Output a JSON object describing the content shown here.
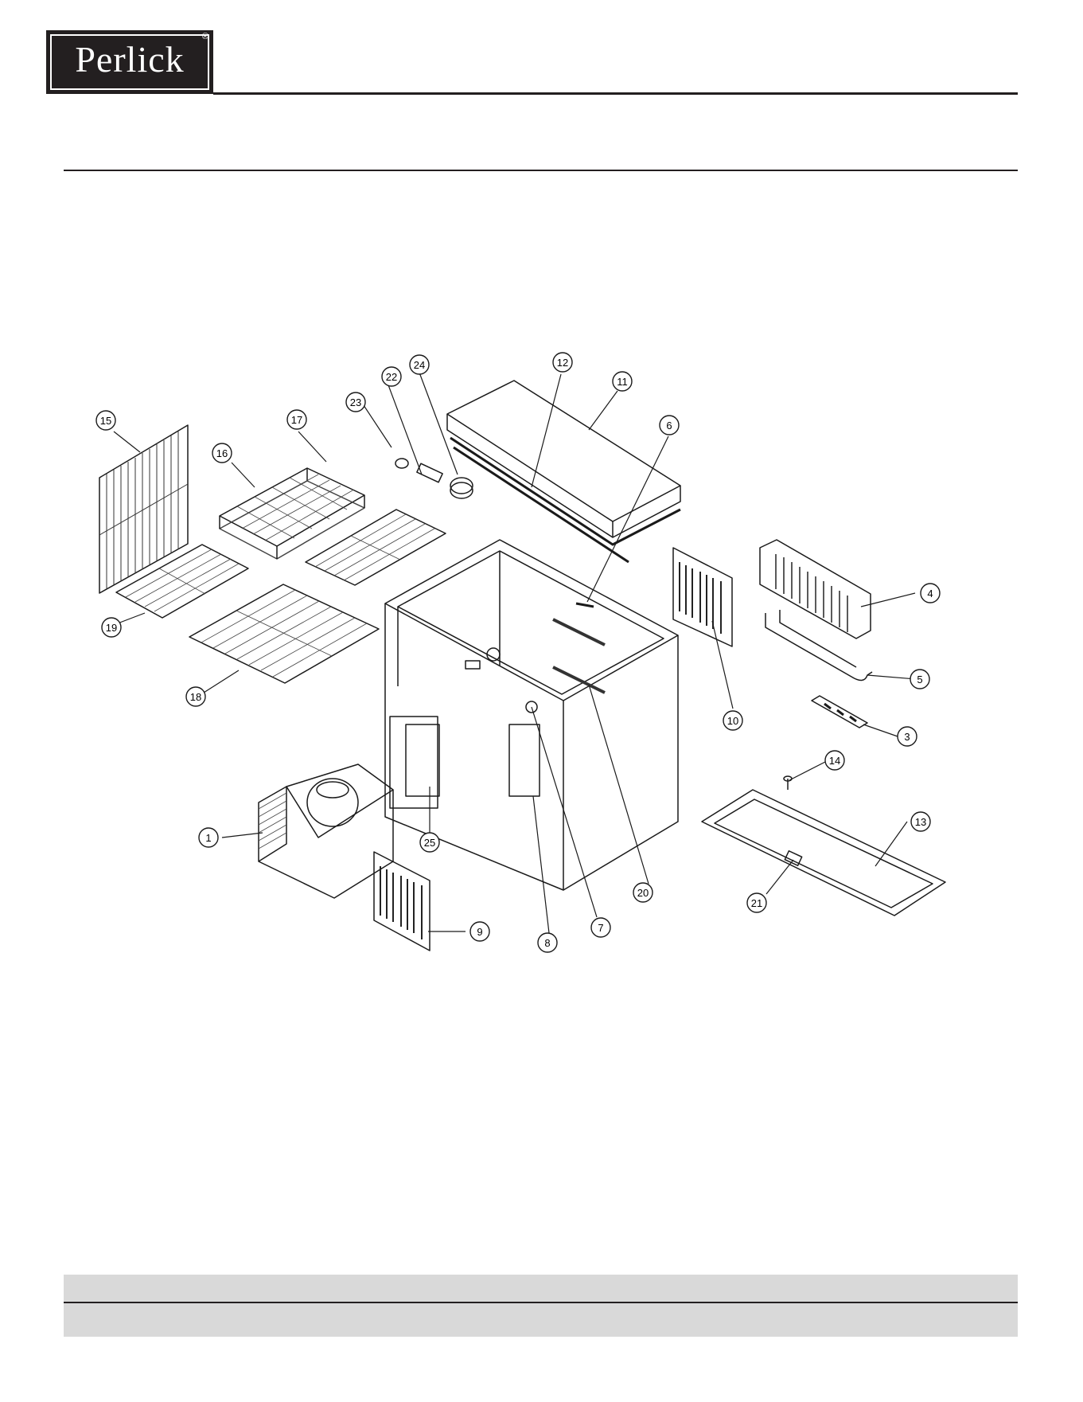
{
  "brand": {
    "logo_text": "Perlick",
    "registered_mark": "®"
  },
  "diagram": {
    "callouts": [
      "1",
      "3",
      "4",
      "5",
      "6",
      "7",
      "8",
      "9",
      "10",
      "11",
      "12",
      "13",
      "14",
      "15",
      "16",
      "17",
      "18",
      "19",
      "20",
      "21",
      "22",
      "23",
      "24",
      "25"
    ]
  },
  "colors": {
    "ink": "#231f20",
    "footer_band": "#d9d9d9"
  }
}
